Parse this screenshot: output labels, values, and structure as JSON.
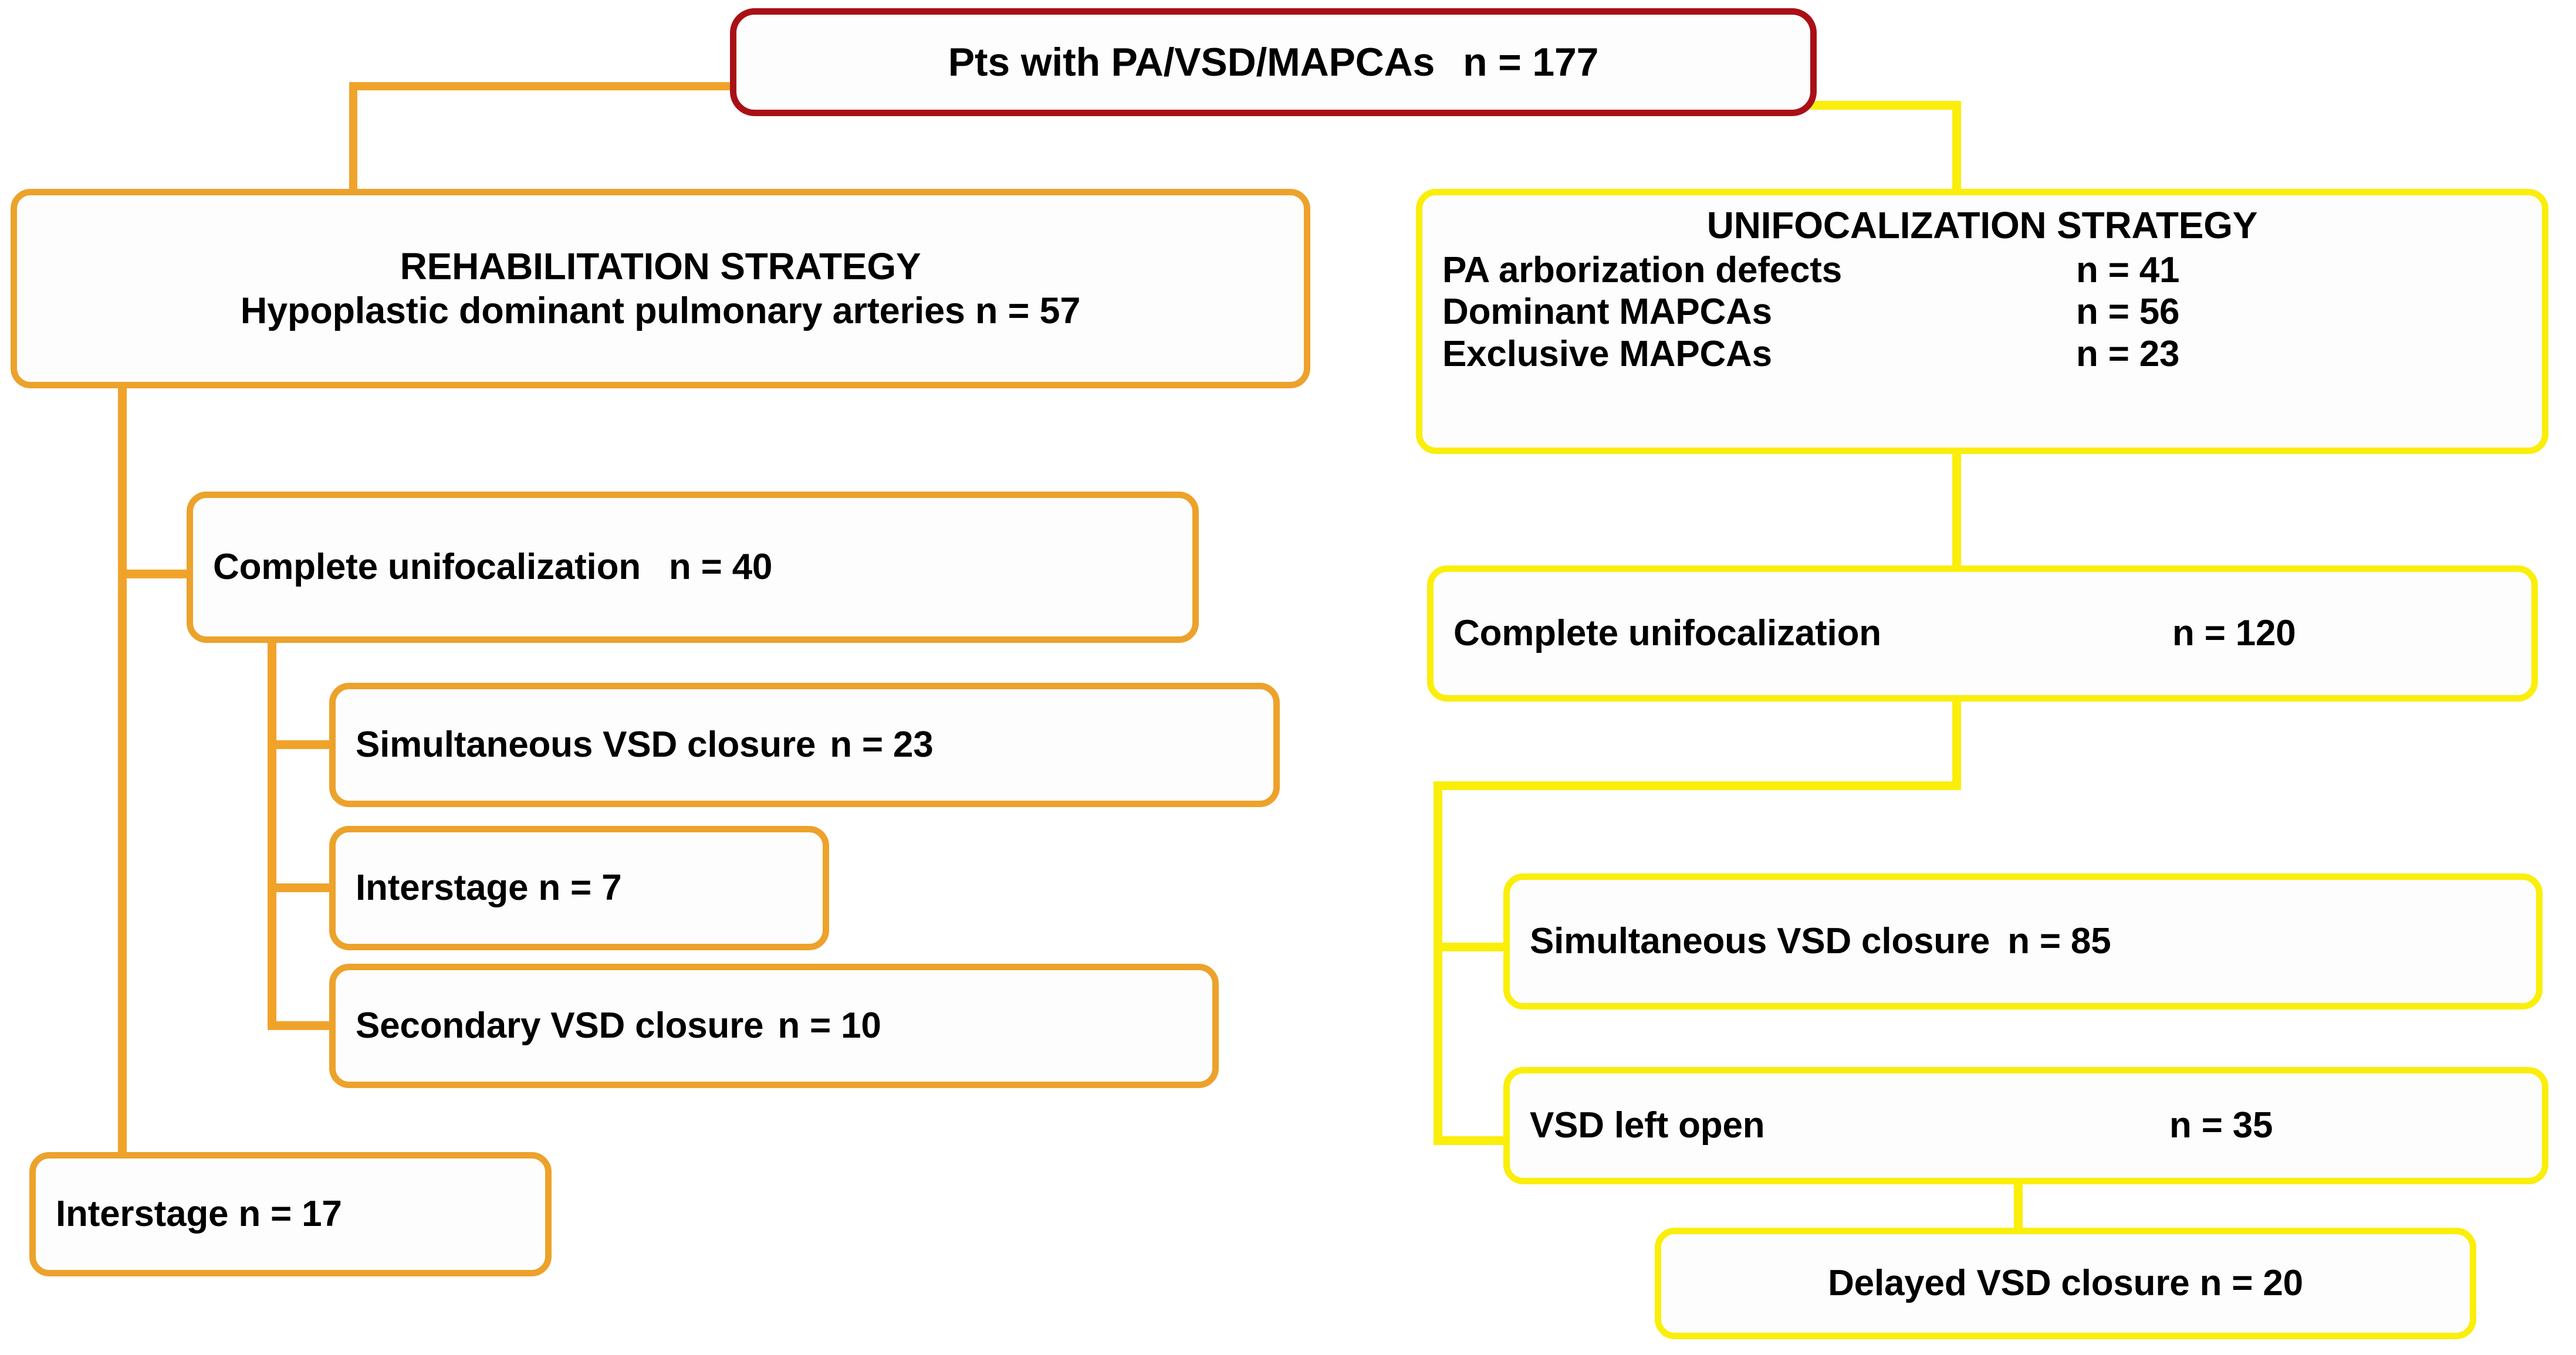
{
  "chart_data": {
    "type": "flowchart",
    "title": "Pts with PA/VSD/MAPCAs  n = 177",
    "total_n": 177,
    "branches": [
      {
        "name": "REHABILITATION STRATEGY",
        "n": 57,
        "nodes": [
          {
            "label": "Complete unifocalization",
            "n": 40
          },
          {
            "label": "Simultaneous VSD closure",
            "n": 23
          },
          {
            "label": "Interstage",
            "n": 7
          },
          {
            "label": "Secondary VSD closure",
            "n": 10
          },
          {
            "label": "Interstage",
            "n": 17
          }
        ]
      },
      {
        "name": "UNIFOCALIZATION STRATEGY",
        "subgroups": [
          {
            "label": "PA arborization defects",
            "n": 41
          },
          {
            "label": "Dominant MAPCAs",
            "n": 56
          },
          {
            "label": "Exclusive MAPCAs",
            "n": 23
          }
        ],
        "nodes": [
          {
            "label": "Complete unifocalization",
            "n": 120
          },
          {
            "label": "Simultaneous VSD closure",
            "n": 85
          },
          {
            "label": "VSD left open",
            "n": 35
          },
          {
            "label": "Delayed VSD closure",
            "n": 20
          }
        ]
      }
    ]
  },
  "colors": {
    "root_border": "#A91016",
    "rehab_border": "#ECA22B",
    "unifoc_border": "#FAEE0A",
    "rehab_line": "#F0A32A",
    "unifoc_line": "#FAEE0A",
    "text": "#000000",
    "background": "#FFFFFF"
  },
  "root": {
    "label": "Pts with PA/VSD/MAPCAs",
    "count": "n = 177"
  },
  "rehab": {
    "title": "REHABILITATION STRATEGY",
    "subtitle": "Hypoplastic dominant pulmonary arteries n = 57",
    "complete_unifocalization": {
      "label": "Complete unifocalization",
      "count": "n = 40"
    },
    "simultaneous_vsd": {
      "label": "Simultaneous VSD closure",
      "count": "n = 23"
    },
    "interstage_inner": {
      "label": "Interstage n = 7"
    },
    "secondary_vsd": {
      "label": "Secondary VSD closure",
      "count": "n = 10"
    },
    "interstage_outer": {
      "label": "Interstage n = 17"
    }
  },
  "unifoc": {
    "title": "UNIFOCALIZATION STRATEGY",
    "rows": [
      {
        "label": "PA arborization defects",
        "count": "n = 41"
      },
      {
        "label": "Dominant MAPCAs",
        "count": "n = 56"
      },
      {
        "label": "Exclusive MAPCAs",
        "count": "n = 23"
      }
    ],
    "complete_unifocalization": {
      "label": "Complete unifocalization",
      "count": "n = 120"
    },
    "simultaneous_vsd": {
      "label": "Simultaneous VSD closure",
      "count": "n = 85"
    },
    "vsd_left_open": {
      "label": "VSD left open",
      "count": "n =  35"
    },
    "delayed_vsd": {
      "label": "Delayed VSD closure  n = 20"
    }
  }
}
